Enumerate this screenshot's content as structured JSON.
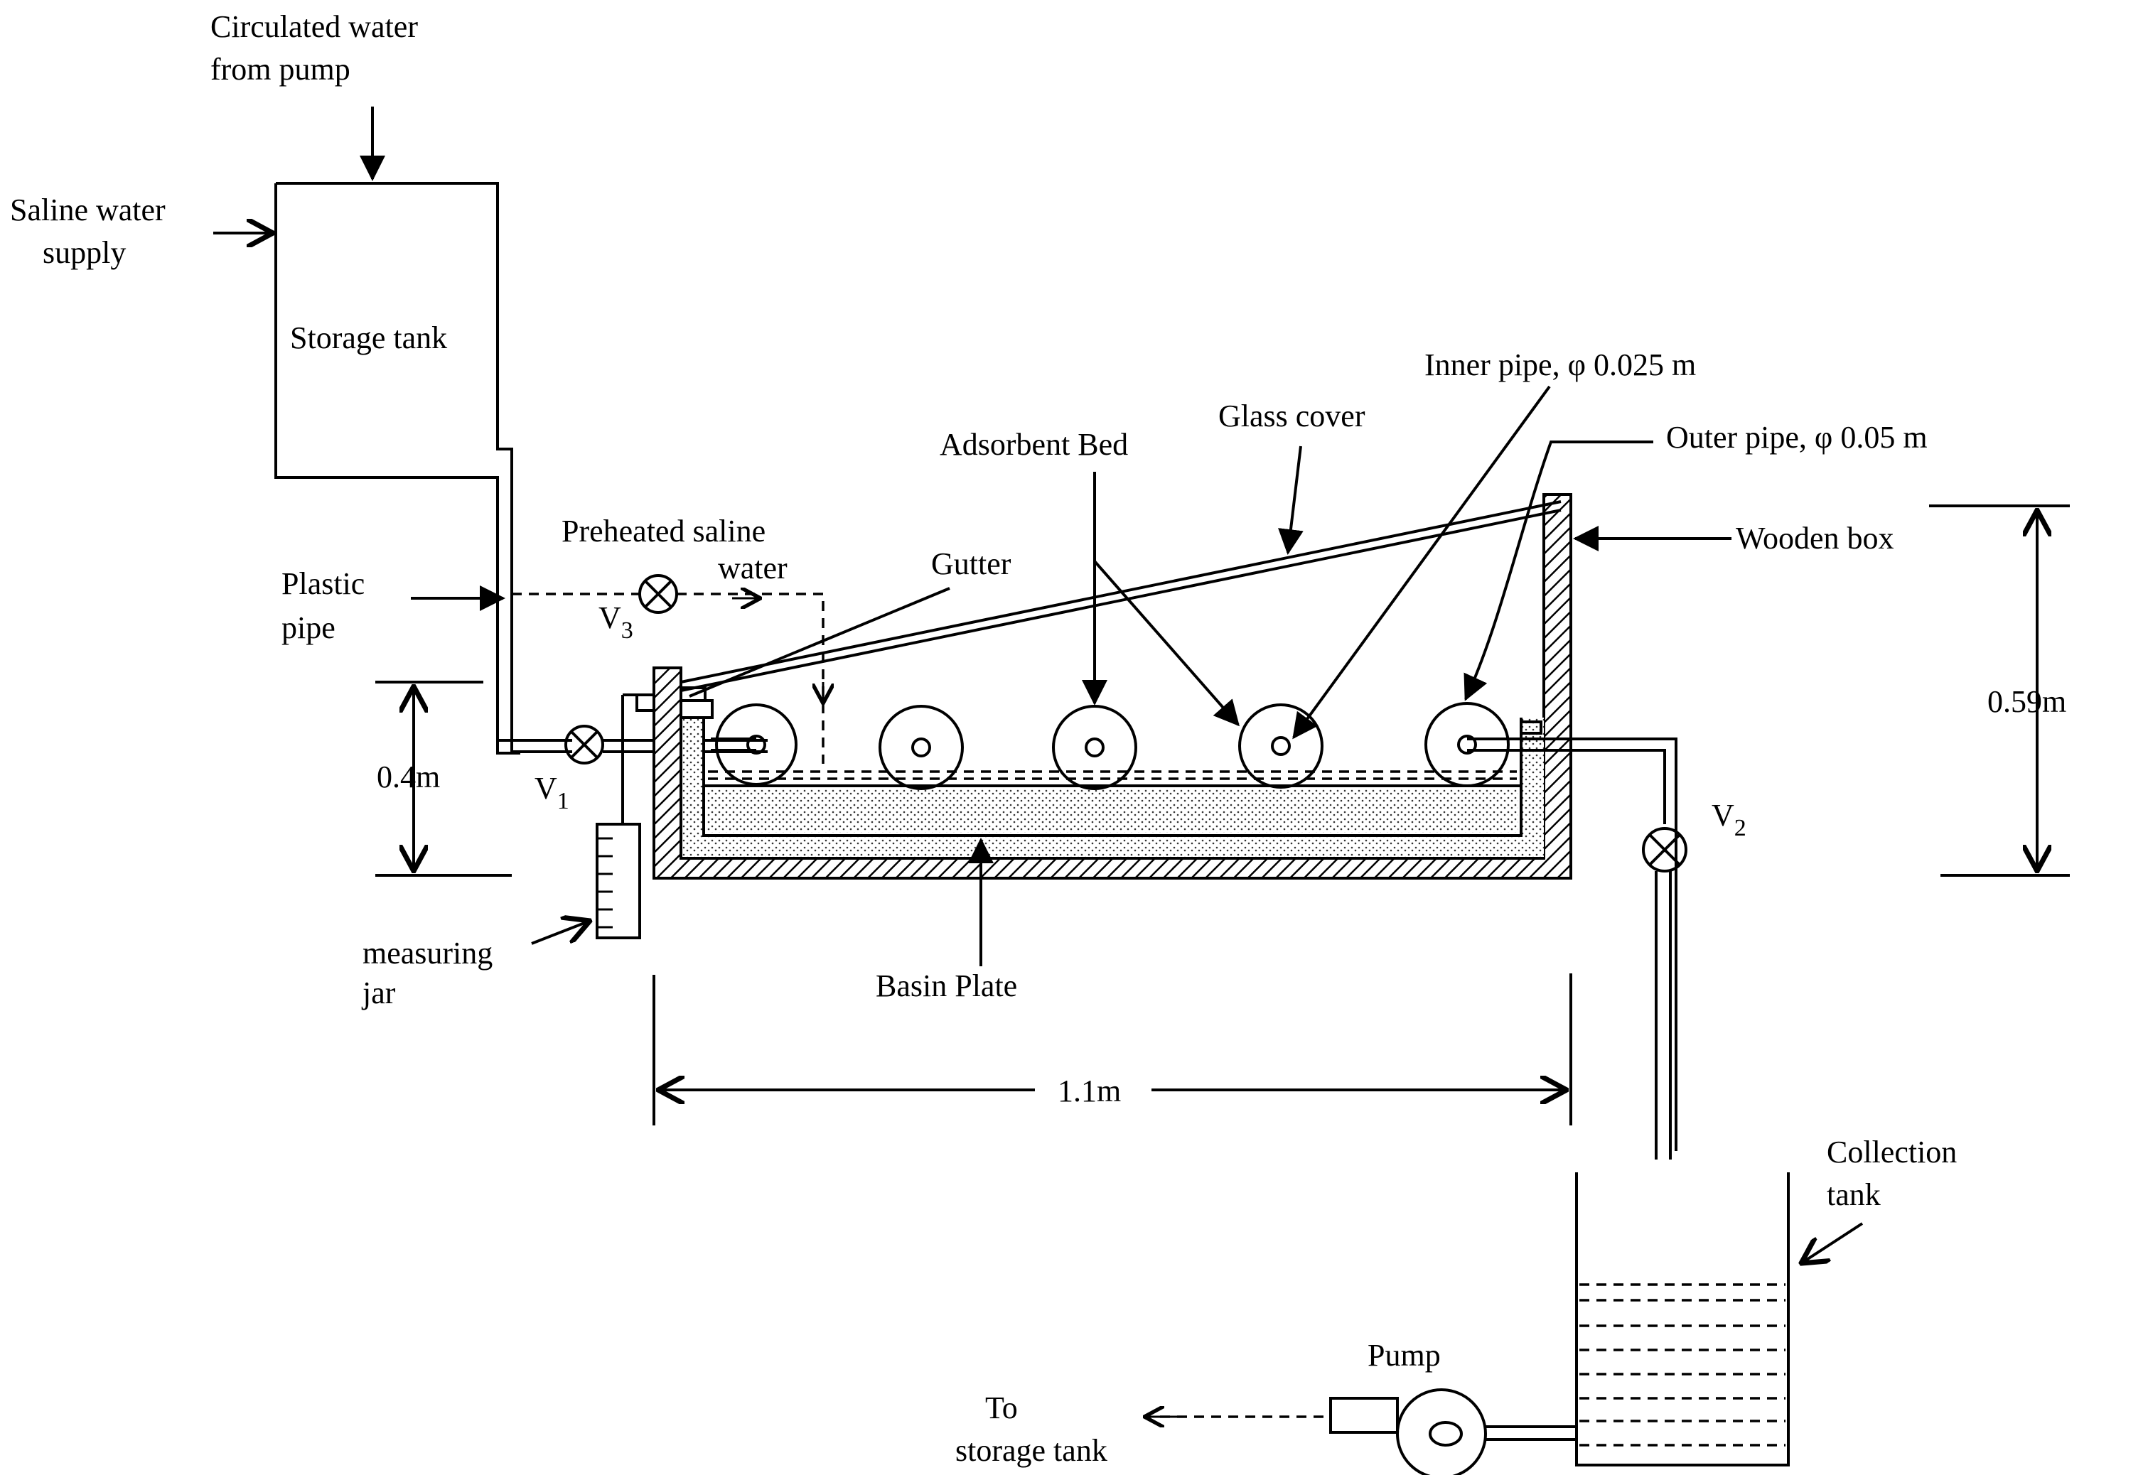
{
  "labels": {
    "circulated_water": [
      "Circulated water",
      "from pump"
    ],
    "saline_supply": [
      "Saline water",
      "supply"
    ],
    "storage_tank": "Storage tank",
    "plastic_pipe": [
      "Plastic",
      "pipe"
    ],
    "preheated": [
      "Preheated saline",
      "water"
    ],
    "valve_v3": "V",
    "valve_v3_sub": "3",
    "valve_v1": "V",
    "valve_v1_sub": "1",
    "valve_v2": "V",
    "valve_v2_sub": "2",
    "gutter": "Gutter",
    "adsorbent_bed": "Adsorbent Bed",
    "glass_cover": "Glass cover",
    "inner_pipe": "Inner pipe, φ 0.025 m",
    "outer_pipe": "Outer pipe, φ 0.05 m",
    "wooden_box": "Wooden box",
    "height_04": "0.4m",
    "height_059": "0.59m",
    "measuring_jar": [
      "measuring",
      "jar"
    ],
    "basin_plate": "Basin Plate",
    "width_11": "1.1m",
    "collection_tank": [
      "Collection",
      "tank"
    ],
    "pump": "Pump",
    "to_storage": [
      "To",
      "storage tank"
    ]
  }
}
